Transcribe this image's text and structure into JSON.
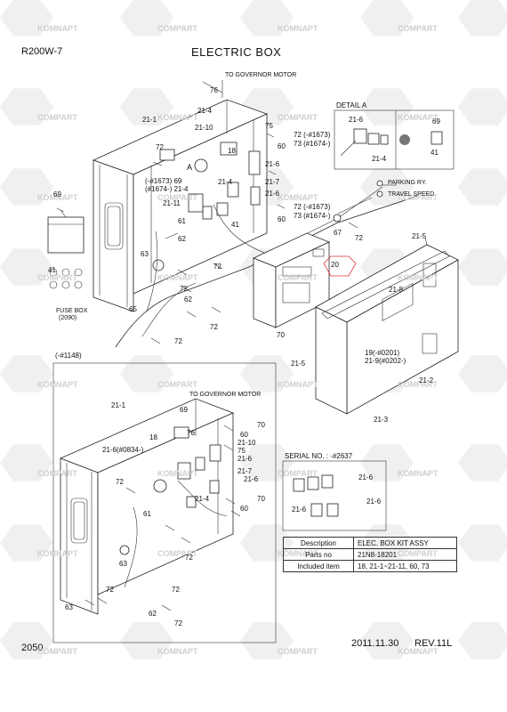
{
  "header": {
    "model": "R200W-7",
    "title": "ELECTRIC BOX"
  },
  "footer": {
    "page_number": "2050",
    "date": "2011.11.30",
    "revision": "REV.11L"
  },
  "watermark": {
    "brand_a": "KOMNAPT",
    "brand_b": "COMPART",
    "color": "#e3e3e3"
  },
  "section_labels": {
    "detail": "DETAIL A",
    "serial_range": "(-#1148)",
    "serial_no": "SERIAL NO. : -#2637"
  },
  "callouts": {
    "to_governor_motor": "TO GOVERNOR MOTOR",
    "to_governor_motor_2": "TO GOVERNOR MOTOR",
    "parking_ry": "PARKING RY.",
    "travel_speed": "TRAVEL SPEED",
    "fuse_box": "FUSE BOX",
    "fuse_box_ref": "(2090)",
    "detail_marker": "A"
  },
  "part_labels": {
    "p76": "76",
    "p21_4": "21-4",
    "p21_1": "21-1",
    "p21_10": "21-10",
    "p75": "75",
    "p72_1673": "72 (-#1673)",
    "p73_1674": "73 (#1674-)",
    "p60": "60",
    "p72a": "72",
    "p18": "18",
    "p21_6a": "21-6",
    "p69_1673": "(-#1673) 69",
    "p21_4_1674": "(#1674-) 21-4",
    "p21_4b": "21-4",
    "p21_7": "21-7",
    "p21_6b": "21-6",
    "p72_1673b": "72 (-#1673)",
    "p73_1674b": "73 (#1674-)",
    "p60b": "60",
    "p21_11": "21-11",
    "p69a": "69",
    "p61": "61",
    "p62": "62",
    "p41": "41",
    "p67": "67",
    "p72b": "72",
    "p21_5": "21-5",
    "p63": "63",
    "p41b": "41",
    "p72c": "72",
    "p20": "20",
    "p21_8": "21-8",
    "p72d": "72",
    "p62b": "62",
    "p65": "65",
    "p72e": "72",
    "p72f": "72",
    "p70": "70",
    "p19_0201": "19(-#0201)",
    "p21_9_0202": "21-9(#0202-)",
    "p21_5b": "21-5",
    "p21_2": "21-2",
    "p21_3": "21-3",
    "d21_6": "21-6",
    "d21_4": "21-4",
    "d69": "69",
    "d41": "41",
    "b21_1": "21-1",
    "b69": "69",
    "b70": "70",
    "b18": "18",
    "b76": "76",
    "b60": "60",
    "b21_10": "21-10",
    "b21_6_0834": "21-6(#0834-)",
    "b75": "75",
    "b21_6": "21-6",
    "b72": "72",
    "b21_7": "21-7",
    "b21_6b": "21-6",
    "b61": "61",
    "b21_4": "21-4",
    "b70b": "70",
    "b60b": "60",
    "b72b": "72",
    "b63": "63",
    "b72c": "72",
    "b72d": "72",
    "b62": "62",
    "b63b": "63",
    "b72e": "72",
    "s21_6": "21-6",
    "s21_6b": "21-6",
    "s21_6c": "21-6"
  },
  "info_table": {
    "rows": [
      {
        "label": "Description",
        "value": "ELEC. BOX KIT ASSY"
      },
      {
        "label": "Parts no",
        "value": "21N8-18201"
      },
      {
        "label": "Included item",
        "value": "18, 21-1~21-11, 60, 73"
      }
    ]
  }
}
